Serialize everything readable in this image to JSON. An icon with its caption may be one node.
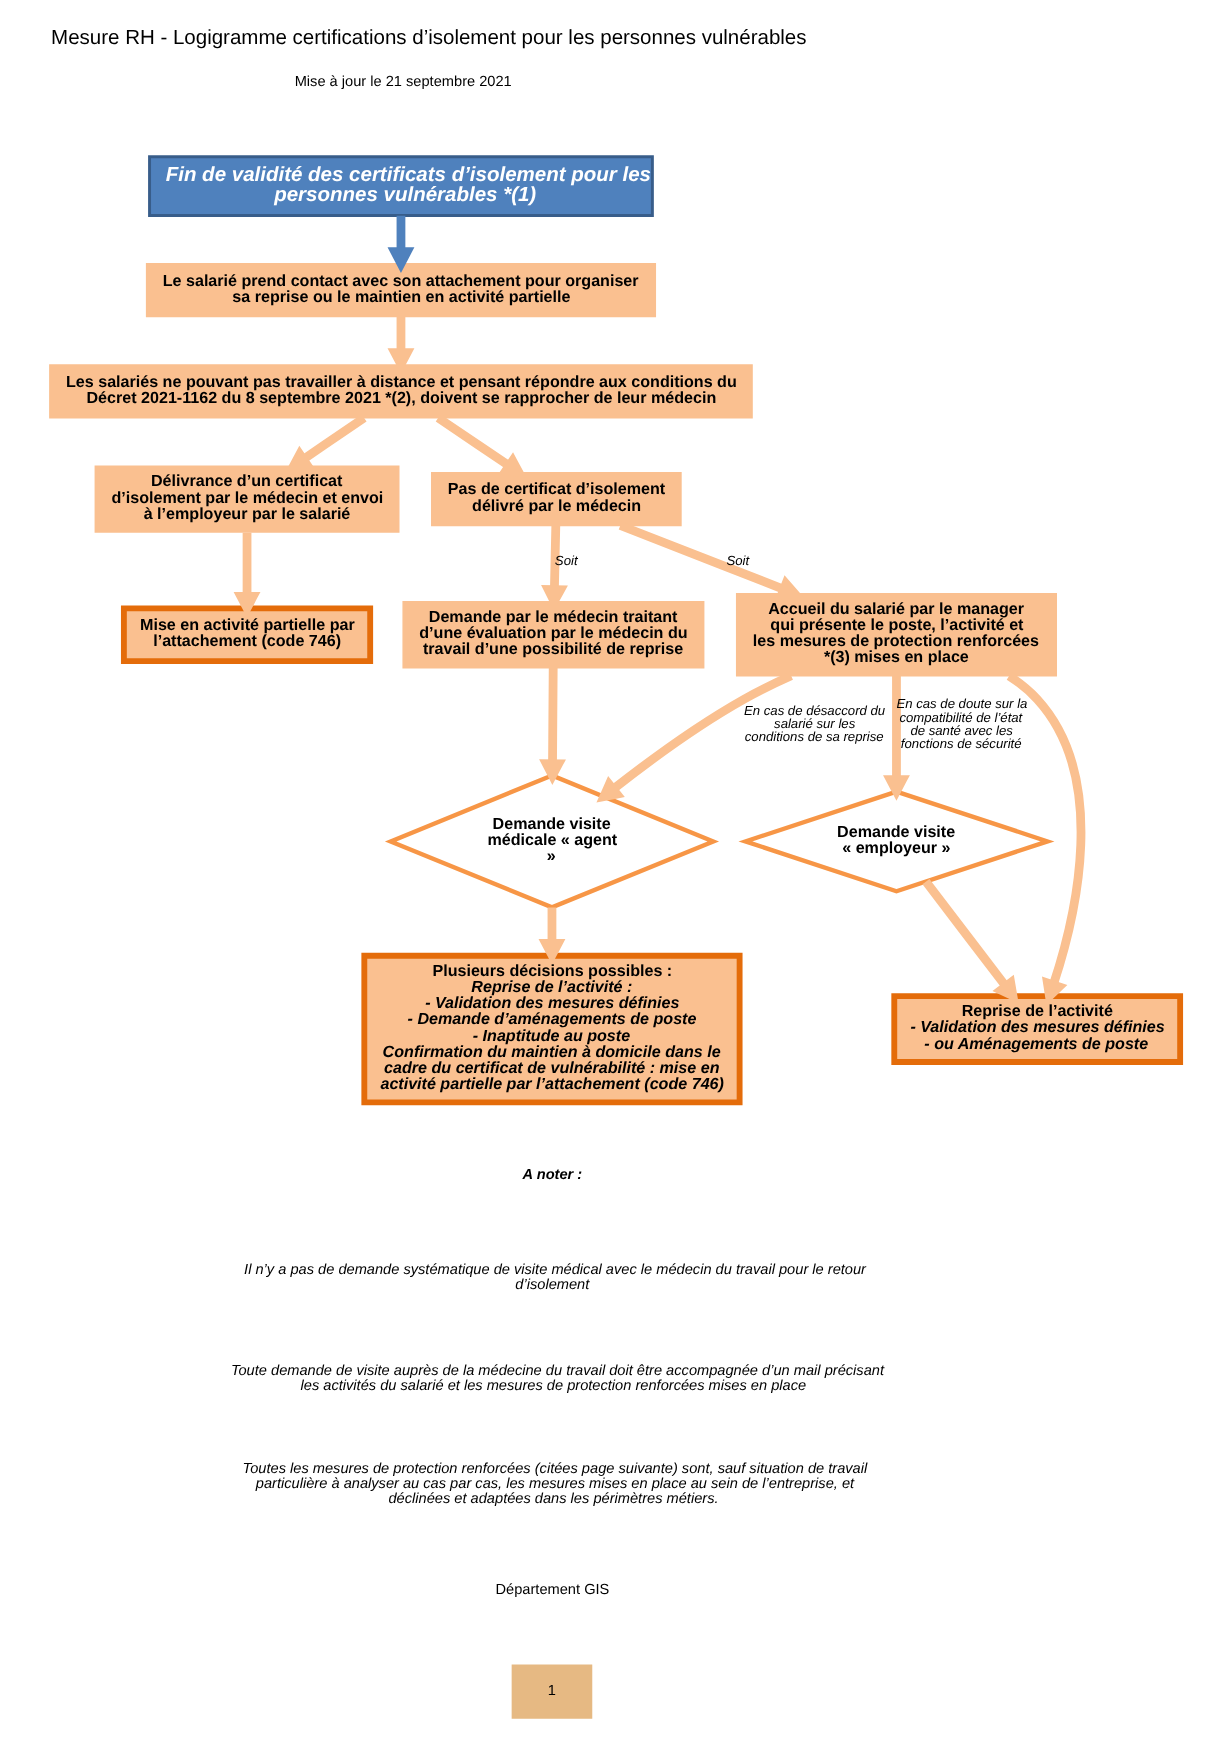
{
  "diagram": {
    "title": "Mesure RH - Logigramme certifications d’isolement pour les personnes vulnérables",
    "nodes": [
      {
        "text": [
          "Fin de validité des certificats d’isolement pour les personnes vulnérables *(1)"
        ]
      },
      {
        "text": [
          "Le salarié prend contact avec son attachement pour organiser sa reprise ou le maintien en activité partielle"
        ]
      },
      {
        "text": [
          "Les salariés ne pouvant pas travailler à distance et pensant répondre aux conditions du Décret 2021-1162 du 8 septembre 2021 *(2), doivent se rapprocher de leur médecin"
        ]
      },
      {
        "text": [
          "Délivrance d’un certificat d’isolement par le médecin et envoi à l’employeur par le salarié"
        ]
      },
      {
        "text": [
          "Pas de certificat d’isolement délivré par le médecin"
        ]
      },
      {
        "text": [
          "Mise en activité partielle par l’attachement (code 746)"
        ]
      },
      {
        "text": [
          "Demande par le médecin traitant d’une évaluation par le médecin du travail d’une possibilité de reprise"
        ]
      },
      {
        "text": [
          "Accueil du salarié par le manager qui présente le poste, l’activité et les mesures de protection renforcées *(3) mises en place"
        ]
      },
      {
        "text": [
          "Demande visite médicale « agent »"
        ]
      },
      {
        "text": [
          "Demande visite « employeur »"
        ]
      },
      {
        "text": [
          "Plusieurs décisions possibles :",
          "Reprise de l’activité : - Validation des mesures définies - Demande d’aménagements de poste - Inaptitude au poste",
          "Confirmation du maintien à domicile dans le cadre du certificat de vulnérabilité : mise en activité partielle par l’attachement (code 746)"
        ]
      },
      {
        "text": [
          "Reprise de l’activité",
          "- Validation des mesures définies - ou Aménagements de poste"
        ]
      }
    ],
    "edges": [
      {
        "from": 0,
        "to": 1,
        "arrow": "to",
        "color": "#4f81bd"
      },
      {
        "from": 1,
        "to": 2,
        "arrow": "to"
      },
      {
        "from": 2,
        "to": 3,
        "arrow": "to"
      },
      {
        "from": 2,
        "to": 4,
        "arrow": "to"
      },
      {
        "from": 3,
        "to": 5,
        "arrow": "to"
      },
      {
        "from": 4,
        "to": 6,
        "arrow": "to",
        "label": "Soit"
      },
      {
        "from": 4,
        "to": 7,
        "arrow": "to",
        "label": "Soit"
      },
      {
        "from": 6,
        "to": 8,
        "arrow": "to"
      },
      {
        "from": 7,
        "to": 8,
        "arrow": "to",
        "label": "En cas de désaccord du salarié sur les conditions de sa reprise"
      },
      {
        "from": 7,
        "to": 11,
        "arrow": "to"
      },
      {
        "from": 7,
        "to": 9,
        "arrow": "to",
        "label": "En cas de doute sur la compatibilité de l’état de santé avec les fonctions de sécurité"
      },
      {
        "from": 8,
        "to": 10,
        "arrow": "to"
      },
      {
        "from": 9,
        "to": 11,
        "arrow": "to"
      }
    ],
    "labels": [
      "Mise à jour le 21 septembre 2021",
      "A noter :",
      "Il n’y a pas de demande systématique de visite médical avec le médecin du travail pour le retour d’isolement",
      "Toute demande de visite auprès de la médecine du travail doit être accompagnée d’un mail précisant les activités du salarié et les mesures de protection renforcées mises en place",
      "Toutes les mesures de protection renforcées (citées page suivante) sont, sauf situation de travail particulière à analyser au cas par cas, les mesures mises en place au sein de l’entreprise, et déclinées et adaptées dans les périmètres métiers.",
      "Département GIS",
      "1"
    ]
  }
}
